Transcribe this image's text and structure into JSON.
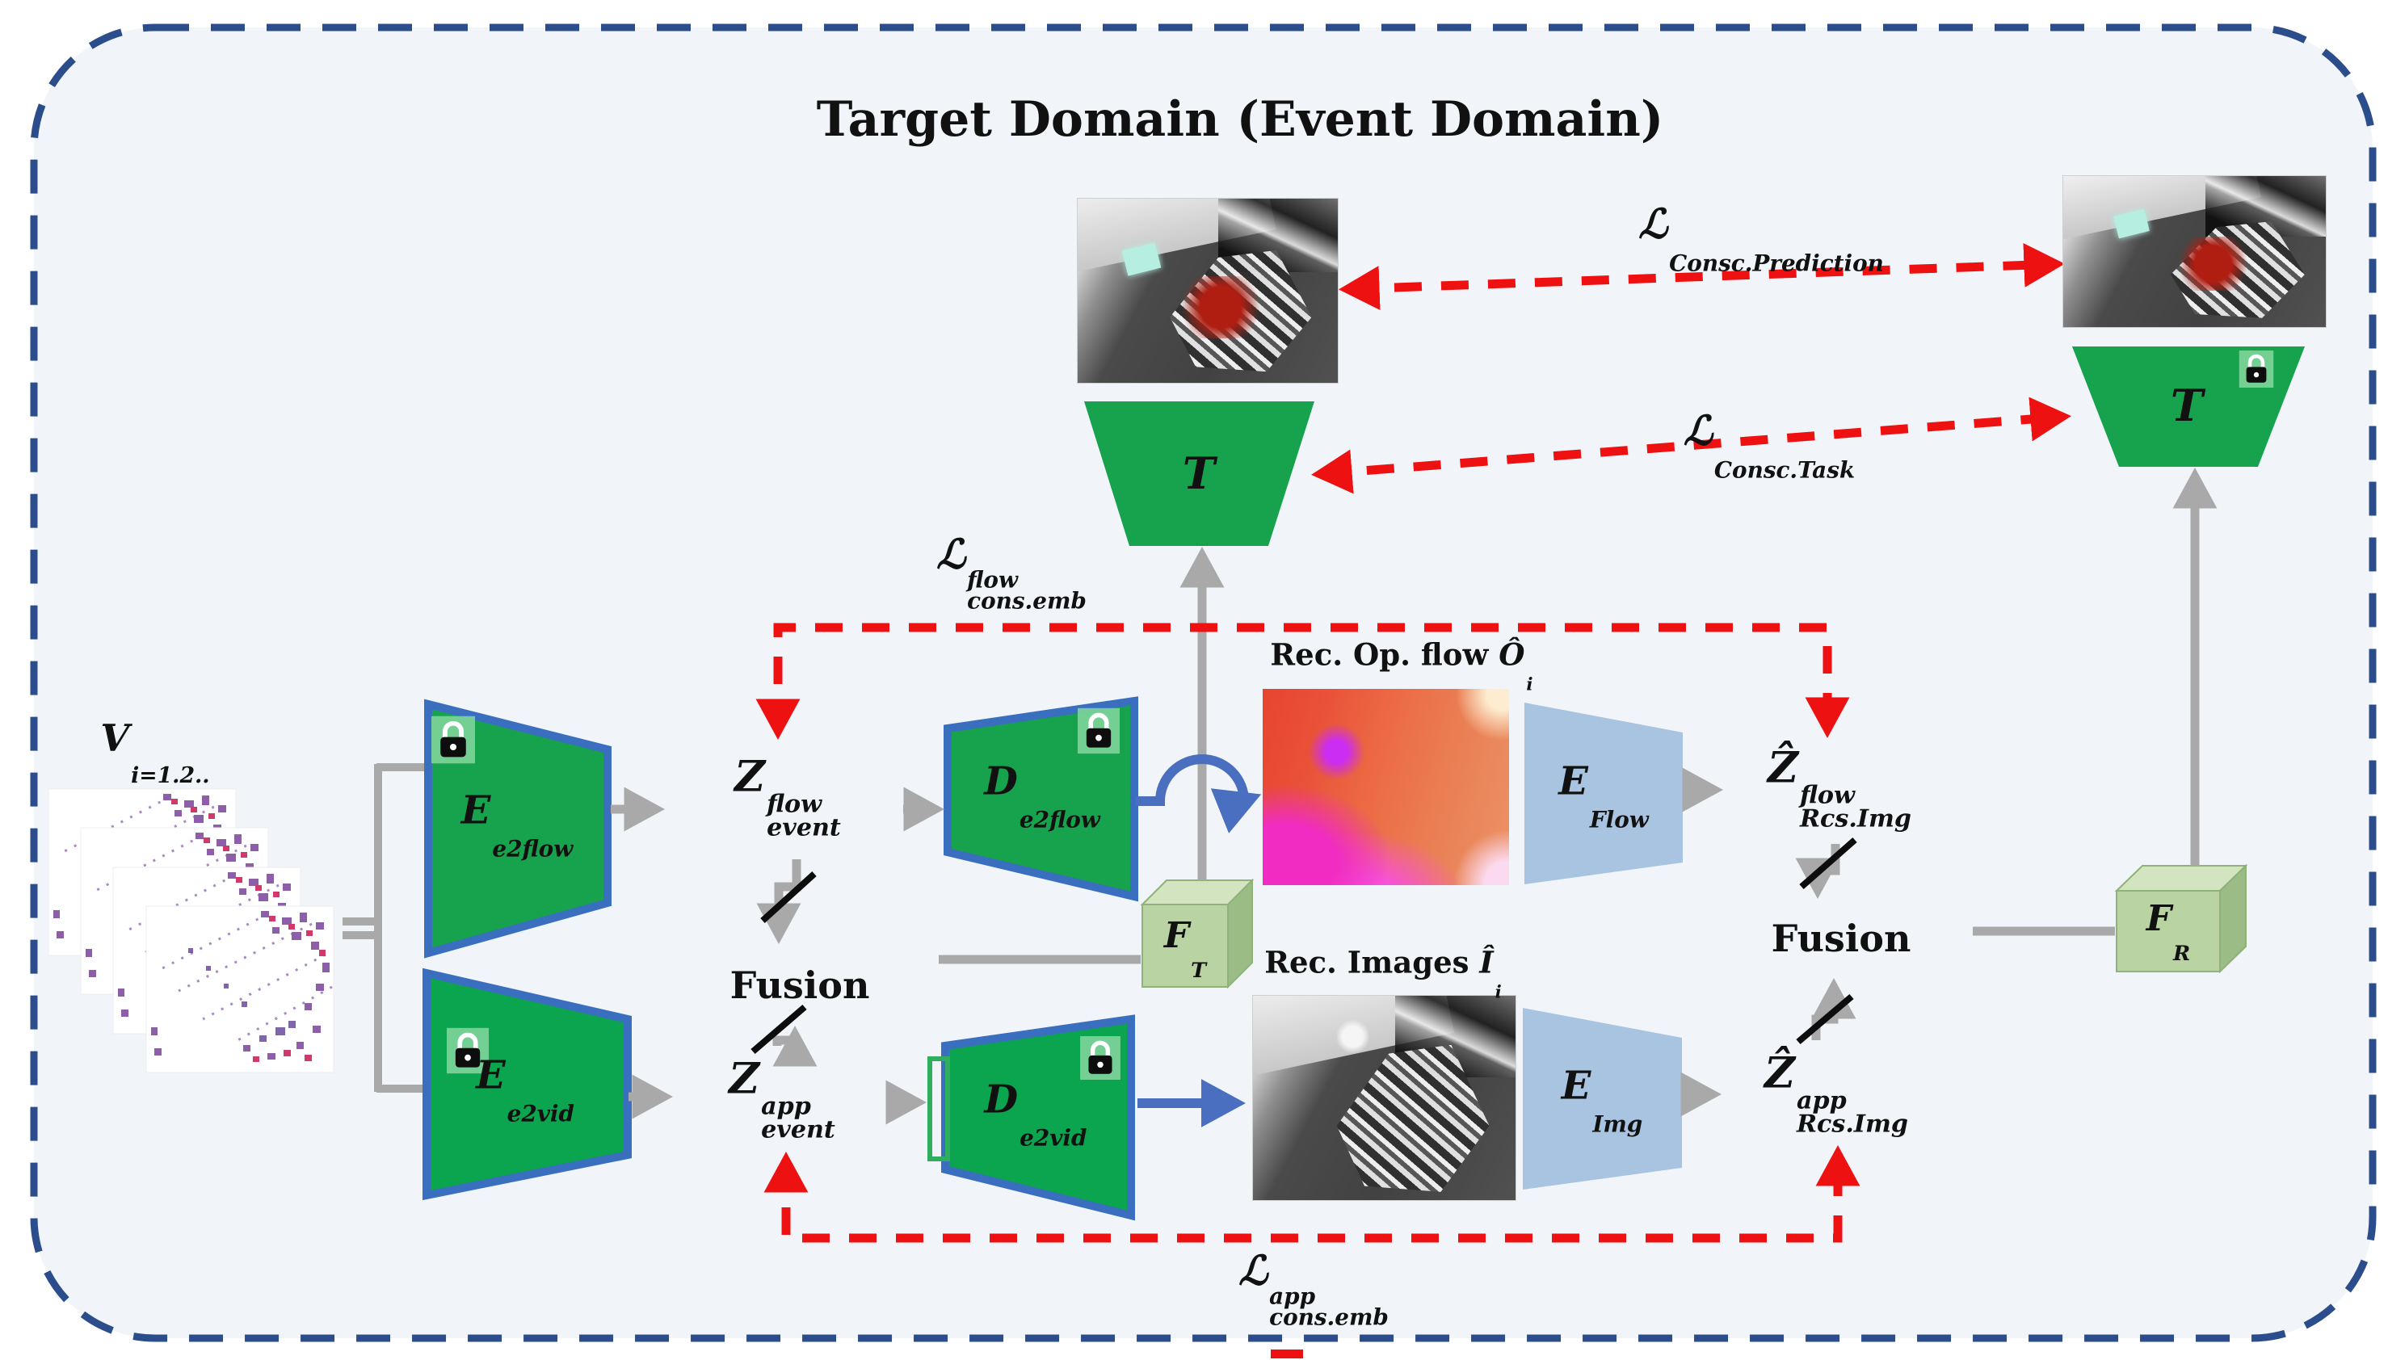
{
  "title": "Target Domain (Event Domain)",
  "input": {
    "main": "V",
    "sub": "i=1.2.."
  },
  "blocks": {
    "enc_e2flow": {
      "main": "E",
      "sub": "e2flow"
    },
    "z_event_flow": {
      "main": "Z",
      "sup": "flow",
      "sub": "event"
    },
    "dec_e2flow": {
      "main": "D",
      "sub": "e2flow"
    },
    "enc_flow": {
      "main": "E",
      "sub": "Flow"
    },
    "z_rcs_flow": {
      "main": "Ẑ",
      "sup": "flow",
      "sub": "Rcs.Img"
    },
    "fusion_left": {
      "label": "Fusion"
    },
    "f_t": {
      "main": "F",
      "sub": "T"
    },
    "enc_e2vid": {
      "main": "E",
      "sub": "e2vid"
    },
    "z_event_app": {
      "main": "Z",
      "sup": "app",
      "sub": "event"
    },
    "dec_e2vid": {
      "main": "D",
      "sub": "e2vid"
    },
    "enc_img": {
      "main": "E",
      "sub": "Img"
    },
    "z_rcs_app": {
      "main": "Ẑ",
      "sup": "app",
      "sub": "Rcs.Img"
    },
    "fusion_right": {
      "label": "Fusion"
    },
    "f_r": {
      "main": "F",
      "sub": "R"
    },
    "task_left": {
      "label": "T"
    },
    "task_right": {
      "label": "T"
    }
  },
  "captions": {
    "rec_flow": {
      "prefix": "Rec. Op. flow ",
      "var": "Ô",
      "sub": "i"
    },
    "rec_images": {
      "prefix": "Rec. Images ",
      "var": "Î",
      "sub": "i"
    }
  },
  "losses": {
    "consc_prediction": {
      "main": "ℒ",
      "sub": "Consc.Prediction"
    },
    "consc_task": {
      "main": "ℒ",
      "sub": "Consc.Task"
    },
    "cons_emb_flow": {
      "main": "ℒ",
      "sup": "flow",
      "sub": "cons.emb"
    },
    "cons_emb_app": {
      "main": "ℒ",
      "sup": "app",
      "sub": "cons.emb"
    }
  },
  "colors": {
    "background": "#f1f5f9",
    "border_dash": "#2b4d8c",
    "green_block": "#17a24e",
    "green_block_bright": "#0ba44f",
    "blue_border": "#3a6ebe",
    "salmon_box": "#efb28d",
    "yellow_box": "#f6f600",
    "fusion_box": "#cfe4c0",
    "fusion_border": "#85bd7c",
    "light_blue_block": "#a9c4e0",
    "cube_fill": "#b9d3a2",
    "gray_arrow": "#a9a9a9",
    "red_arrow": "#ee1111",
    "blue_arrow": "#4a6fc0"
  }
}
